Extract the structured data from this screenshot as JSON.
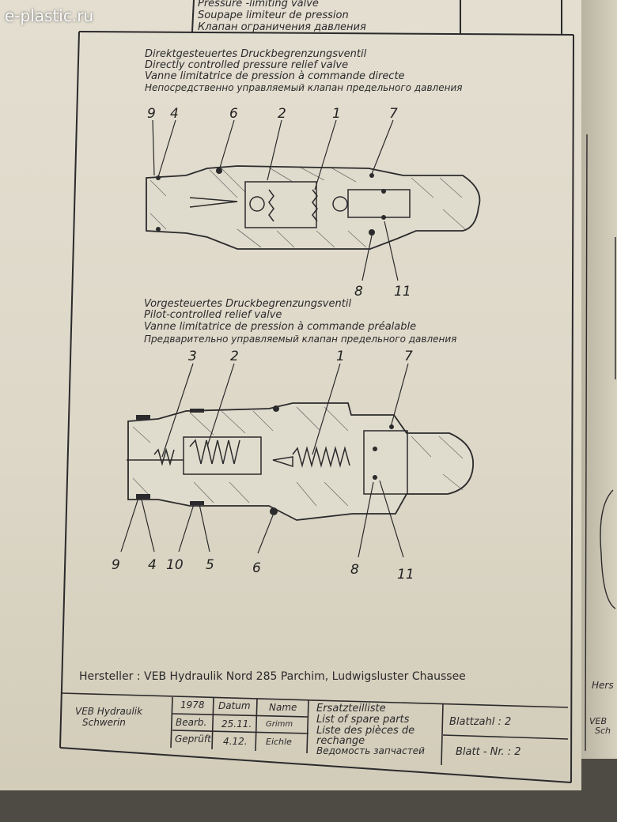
{
  "watermark": "e-plastic.ru",
  "header": {
    "line1": "Pressure -limiting valve",
    "line2": "Soupape limiteur de pression",
    "line3": "Клапан ограничения давления"
  },
  "section_direct": {
    "title_de": "Direktgesteuertes Druckbegrenzungsventil",
    "title_en": "Directly controlled pressure relief valve",
    "title_fr": "Vanne limitatrice de pression à commande directe",
    "title_ru": "Непосредственно управляемый клапан предельного давления",
    "labels": [
      "9",
      "4",
      "6",
      "2",
      "1",
      "7",
      "8",
      "11"
    ]
  },
  "section_pilot": {
    "title_de": "Vorgesteuertes Druckbegrenzungsventil",
    "title_en": "Pilot-controlled relief valve",
    "title_fr": "Vanne limitatrice de pression à commande préalable",
    "title_ru": "Предварительно управляемый клапан предельного давления",
    "labels": [
      "3",
      "2",
      "1",
      "7",
      "9",
      "4",
      "10",
      "5",
      "6",
      "8",
      "11"
    ]
  },
  "manufacturer": "Hersteller : VEB Hydraulik Nord  285 Parchim, Ludwigsluster Chaussee",
  "titleblock": {
    "company_line1": "VEB Hydraulik",
    "company_line2": "Schwerin",
    "year": "1978",
    "col_date": "Datum",
    "col_name": "Name",
    "row1_label": "Bearb.",
    "row1_date": "25.11.",
    "row1_sig": "Grimm",
    "row2_label": "Geprüft",
    "row2_date": "4.12.",
    "row2_sig": "Eichle",
    "doc_de": "Ersatzteilliste",
    "doc_en": "List of spare parts",
    "doc_fr1": "Liste des pièces de",
    "doc_fr2": "rechange",
    "doc_ru": "Ведомость запчастей",
    "sheet_count": "Blattzahl : 2",
    "sheet_no": "Blatt - Nr. : 2"
  },
  "right_page": {
    "hers": "Hers",
    "veb": "VEB",
    "sch": "Sch"
  }
}
